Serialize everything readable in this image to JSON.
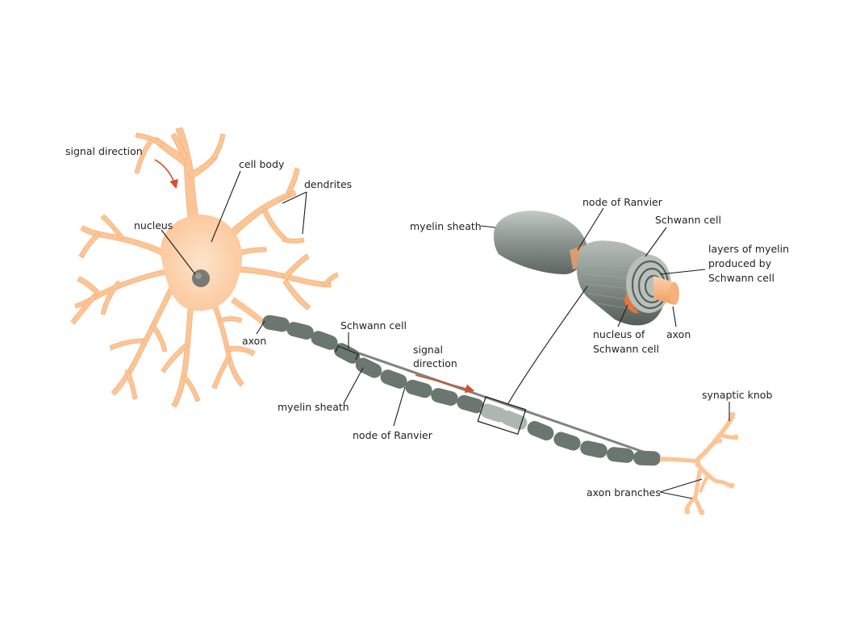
{
  "colors": {
    "neuron_fill": "#fcc596",
    "neuron_core": "#fde0c4",
    "nucleus": "#7a7a74",
    "myelin": "#6a766f",
    "myelin_light": "#aeb6b1",
    "sheath_3d": "#8f9892",
    "axon_core": "#f6a46a",
    "schwann_nucleus": "#e8743a",
    "arrow": "#d4502a",
    "label_text": "#222222"
  },
  "labels": {
    "signal_direction_top": "signal direction",
    "cell_body": "cell body",
    "dendrites": "dendrites",
    "nucleus": "nucleus",
    "axon_left": "axon",
    "schwann_cell_mid": "Schwann cell",
    "signal_direction_mid_1": "signal",
    "signal_direction_mid_2": "direction",
    "myelin_sheath_bottom": "myelin sheath",
    "node_of_ranvier_bottom": "node of Ranvier",
    "myelin_sheath_inset": "myelin sheath",
    "node_of_ranvier_inset": "node of Ranvier",
    "schwann_cell_inset": "Schwann cell",
    "layers_line1": "layers of myelin",
    "layers_line2": "produced by",
    "layers_line3": "Schwann cell",
    "nucleus_schwann_line1": "nucleus of",
    "nucleus_schwann_line2": "Schwann cell",
    "axon_inset": "axon",
    "synaptic_knob": "synaptic knob",
    "axon_branches": "axon branches"
  },
  "icons": {
    "signal_arrow_top": "curved-arrow-icon",
    "signal_arrow_mid": "arrow-right-icon"
  }
}
